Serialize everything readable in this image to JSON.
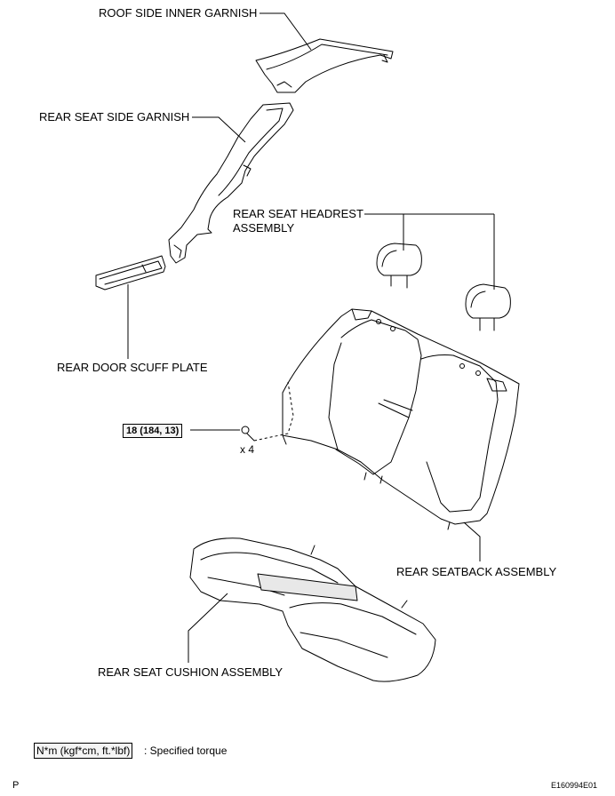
{
  "labels": {
    "roof_side_inner_garnish": "ROOF SIDE INNER GARNISH",
    "rear_seat_side_garnish": "REAR SEAT SIDE GARNISH",
    "rear_seat_headrest_line1": "REAR SEAT HEADREST",
    "rear_seat_headrest_line2": "ASSEMBLY",
    "rear_door_scuff_plate": "REAR DOOR SCUFF PLATE",
    "rear_seatback_assembly": "REAR SEATBACK ASSEMBLY",
    "rear_seat_cushion_assembly": "REAR SEAT CUSHION ASSEMBLY"
  },
  "torque": {
    "value": "18 (184, 13)",
    "quantity": "x 4"
  },
  "legend": {
    "unit_box": "N*m (kgf*cm, ft.*lbf)",
    "description": ": Specified torque"
  },
  "footer": {
    "left_mark": "P",
    "figure_id": "E160994E01"
  }
}
